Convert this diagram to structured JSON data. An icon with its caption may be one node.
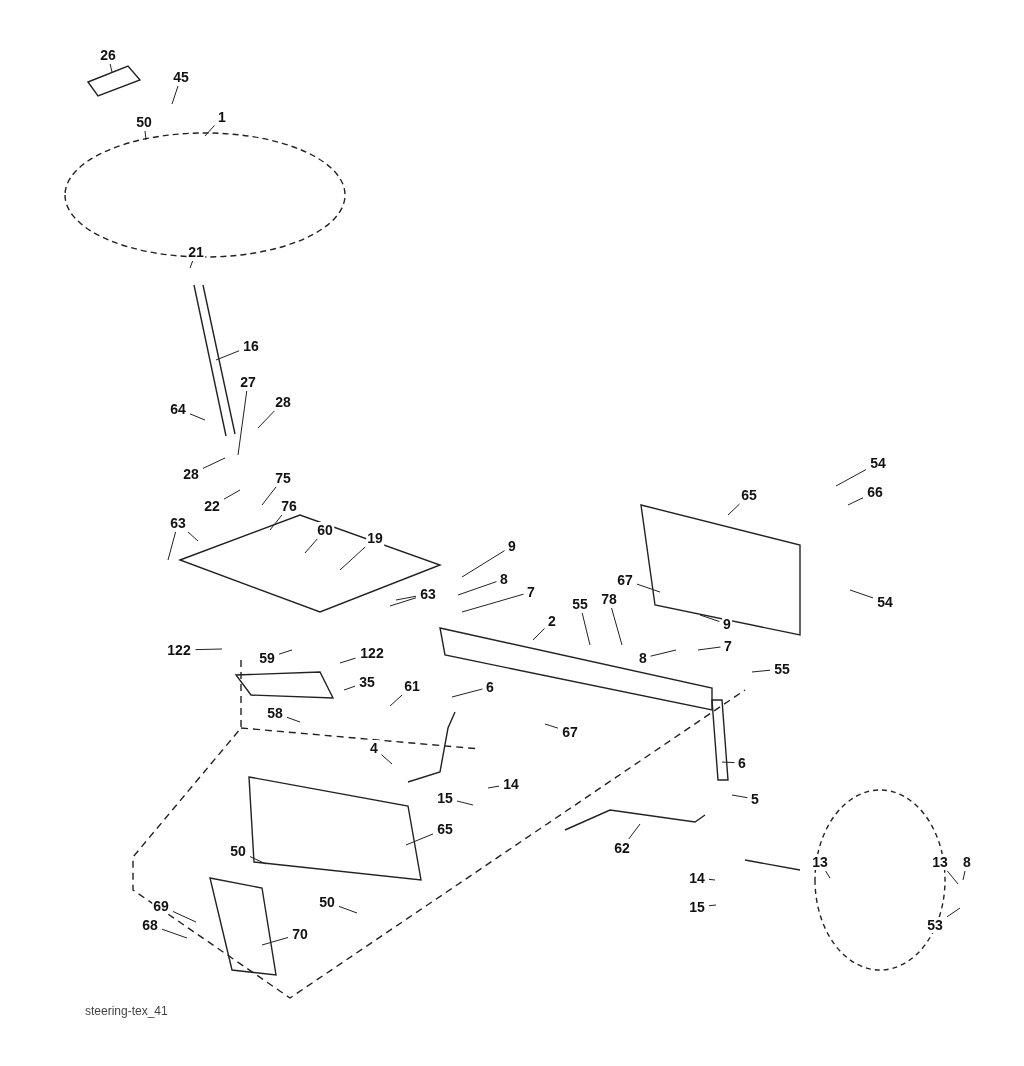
{
  "diagram": {
    "caption": "steering-tex_41",
    "nodes": [
      {
        "text": [
          "26"
        ]
      },
      {
        "text": [
          "45"
        ]
      },
      {
        "text": [
          "1"
        ]
      },
      {
        "text": [
          "50"
        ]
      },
      {
        "text": [
          "21"
        ]
      },
      {
        "text": [
          "16"
        ]
      },
      {
        "text": [
          "28"
        ]
      },
      {
        "text": [
          "27"
        ]
      },
      {
        "text": [
          "64"
        ]
      },
      {
        "text": [
          "9"
        ]
      },
      {
        "text": [
          "8"
        ]
      },
      {
        "text": [
          "54"
        ]
      },
      {
        "text": [
          "7"
        ]
      },
      {
        "text": [
          "28"
        ]
      },
      {
        "text": [
          "75"
        ]
      },
      {
        "text": [
          "65"
        ]
      },
      {
        "text": [
          "66"
        ]
      },
      {
        "text": [
          "22"
        ]
      },
      {
        "text": [
          "76"
        ]
      },
      {
        "text": [
          "63"
        ]
      },
      {
        "text": [
          "60"
        ]
      },
      {
        "text": [
          "19"
        ]
      },
      {
        "text": [
          "55"
        ]
      },
      {
        "text": [
          "78"
        ]
      },
      {
        "text": [
          "67"
        ]
      },
      {
        "text": [
          "2"
        ]
      },
      {
        "text": [
          "9"
        ]
      },
      {
        "text": [
          "8"
        ]
      },
      {
        "text": [
          "63"
        ]
      },
      {
        "text": [
          "7"
        ]
      },
      {
        "text": [
          "54"
        ]
      },
      {
        "text": [
          "55"
        ]
      },
      {
        "text": [
          "122"
        ]
      },
      {
        "text": [
          "122"
        ]
      },
      {
        "text": [
          "59"
        ]
      },
      {
        "text": [
          "35"
        ]
      },
      {
        "text": [
          "58"
        ]
      },
      {
        "text": [
          "61"
        ]
      },
      {
        "text": [
          "6"
        ]
      },
      {
        "text": [
          "67"
        ]
      },
      {
        "text": [
          "4"
        ]
      },
      {
        "text": [
          "14"
        ]
      },
      {
        "text": [
          "6"
        ]
      },
      {
        "text": [
          "15"
        ]
      },
      {
        "text": [
          "5"
        ]
      },
      {
        "text": [
          "65"
        ]
      },
      {
        "text": [
          "62"
        ]
      },
      {
        "text": [
          "50"
        ]
      },
      {
        "text": [
          "13"
        ]
      },
      {
        "text": [
          "13"
        ]
      },
      {
        "text": [
          "8"
        ]
      },
      {
        "text": [
          "14"
        ]
      },
      {
        "text": [
          "50"
        ]
      },
      {
        "text": [
          "69"
        ]
      },
      {
        "text": [
          "15"
        ]
      },
      {
        "text": [
          "53"
        ]
      },
      {
        "text": [
          "68"
        ]
      },
      {
        "text": [
          "70"
        ]
      }
    ],
    "edges": [
      {
        "from": 0,
        "to": null,
        "arrow": "none"
      },
      {
        "from": 1,
        "to": null,
        "arrow": "none"
      },
      {
        "from": 2,
        "to": null,
        "arrow": "none"
      },
      {
        "from": 3,
        "to": null,
        "arrow": "none"
      },
      {
        "from": 4,
        "to": null,
        "arrow": "none"
      },
      {
        "from": 5,
        "to": null,
        "arrow": "none"
      },
      {
        "from": 6,
        "to": null,
        "arrow": "none"
      },
      {
        "from": 7,
        "to": null,
        "arrow": "none"
      },
      {
        "from": 8,
        "to": null,
        "arrow": "none"
      },
      {
        "from": 9,
        "to": null,
        "arrow": "none"
      },
      {
        "from": 10,
        "to": null,
        "arrow": "none"
      },
      {
        "from": 11,
        "to": null,
        "arrow": "none"
      },
      {
        "from": 12,
        "to": null,
        "arrow": "none"
      },
      {
        "from": 13,
        "to": null,
        "arrow": "none"
      },
      {
        "from": 14,
        "to": null,
        "arrow": "none"
      },
      {
        "from": 15,
        "to": null,
        "arrow": "none"
      },
      {
        "from": 16,
        "to": null,
        "arrow": "none"
      },
      {
        "from": 17,
        "to": null,
        "arrow": "none"
      },
      {
        "from": 18,
        "to": null,
        "arrow": "none"
      },
      {
        "from": 19,
        "to": null,
        "arrow": "none"
      },
      {
        "from": 19,
        "to": null,
        "arrow": "none"
      },
      {
        "from": 20,
        "to": null,
        "arrow": "none"
      },
      {
        "from": 21,
        "to": null,
        "arrow": "none"
      },
      {
        "from": 22,
        "to": null,
        "arrow": "none"
      },
      {
        "from": 23,
        "to": null,
        "arrow": "none"
      },
      {
        "from": 24,
        "to": null,
        "arrow": "none"
      },
      {
        "from": 25,
        "to": null,
        "arrow": "none"
      },
      {
        "from": 26,
        "to": null,
        "arrow": "none"
      },
      {
        "from": 27,
        "to": null,
        "arrow": "none"
      },
      {
        "from": 28,
        "to": null,
        "arrow": "none"
      },
      {
        "from": 28,
        "to": null,
        "arrow": "none"
      },
      {
        "from": 29,
        "to": null,
        "arrow": "none"
      },
      {
        "from": 30,
        "to": null,
        "arrow": "none"
      },
      {
        "from": 31,
        "to": null,
        "arrow": "none"
      },
      {
        "from": 32,
        "to": null,
        "arrow": "none"
      },
      {
        "from": 33,
        "to": null,
        "arrow": "none"
      },
      {
        "from": 34,
        "to": null,
        "arrow": "none"
      },
      {
        "from": 35,
        "to": null,
        "arrow": "none"
      },
      {
        "from": 36,
        "to": null,
        "arrow": "none"
      },
      {
        "from": 37,
        "to": null,
        "arrow": "none"
      },
      {
        "from": 38,
        "to": null,
        "arrow": "none"
      },
      {
        "from": 39,
        "to": null,
        "arrow": "none"
      },
      {
        "from": 40,
        "to": null,
        "arrow": "none"
      },
      {
        "from": 41,
        "to": null,
        "arrow": "none"
      },
      {
        "from": 42,
        "to": null,
        "arrow": "none"
      },
      {
        "from": 43,
        "to": null,
        "arrow": "none"
      },
      {
        "from": 44,
        "to": null,
        "arrow": "none"
      },
      {
        "from": 45,
        "to": null,
        "arrow": "none"
      },
      {
        "from": 46,
        "to": null,
        "arrow": "none"
      },
      {
        "from": 47,
        "to": null,
        "arrow": "none"
      },
      {
        "from": 48,
        "to": null,
        "arrow": "none"
      },
      {
        "from": 49,
        "to": null,
        "arrow": "none"
      },
      {
        "from": 50,
        "to": null,
        "arrow": "none"
      },
      {
        "from": 51,
        "to": null,
        "arrow": "none"
      },
      {
        "from": 52,
        "to": null,
        "arrow": "none"
      },
      {
        "from": 53,
        "to": null,
        "arrow": "none"
      },
      {
        "from": 54,
        "to": null,
        "arrow": "none"
      },
      {
        "from": 55,
        "to": null,
        "arrow": "none"
      },
      {
        "from": 56,
        "to": null,
        "arrow": "none"
      },
      {
        "from": 57,
        "to": null,
        "arrow": "none"
      }
    ]
  }
}
